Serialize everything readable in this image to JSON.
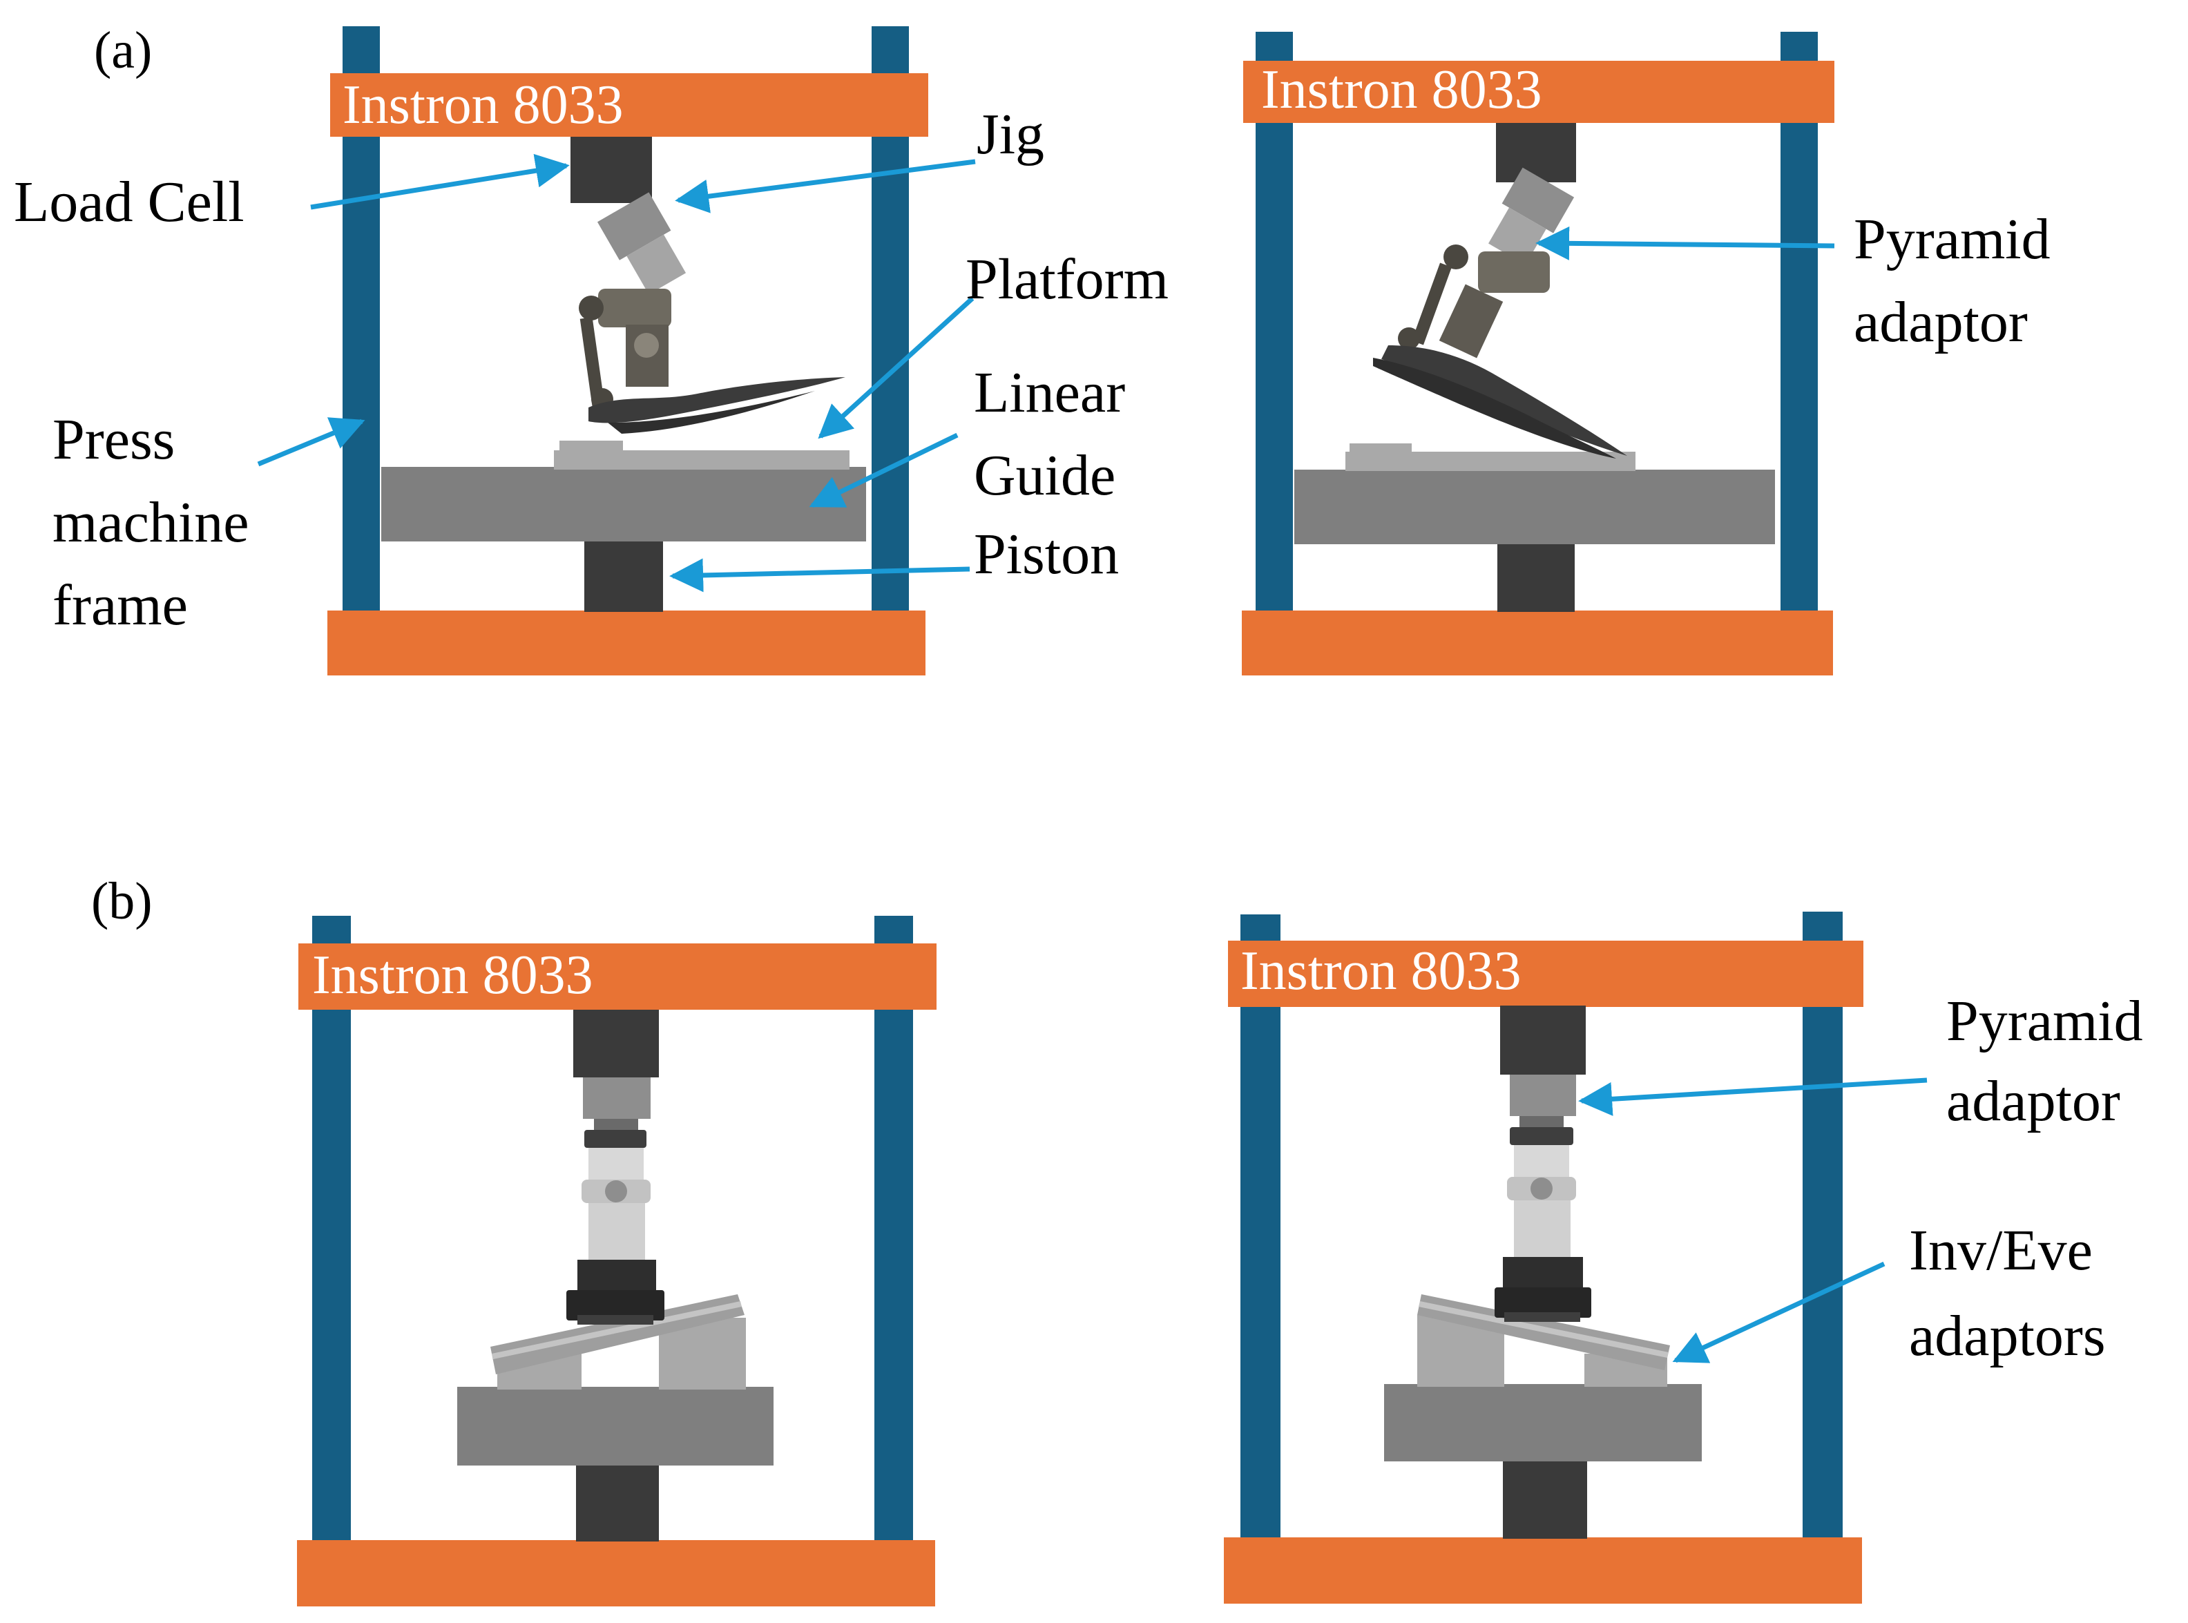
{
  "colors": {
    "frame": "#155E84",
    "crossbar": "#E87334",
    "platform": "#7F7F7F",
    "platform_light": "#A9A9A9",
    "piston": "#3A3A3A",
    "jig": "#8E8E8E",
    "arrow": "#1A9AD6",
    "prosthesis": "#5E5A52",
    "carbon_foot": "#3B3B3B"
  },
  "panels": {
    "a": {
      "label": "(a)"
    },
    "b": {
      "label": "(b)"
    }
  },
  "machine_label": "Instron 8033",
  "annotations": {
    "load_cell": "Load Cell",
    "jig": "Jig",
    "platform": "Platform",
    "linear_guide_line1": "Linear",
    "linear_guide_line2": "Guide",
    "piston": "Piston",
    "press_frame_line1": "Press",
    "press_frame_line2": "machine",
    "press_frame_line3": "frame",
    "pyramid_line1": "Pyramid",
    "pyramid_line2": "adaptor",
    "inv_eve_line1": "Inv/Eve",
    "inv_eve_line2": "adaptors"
  }
}
